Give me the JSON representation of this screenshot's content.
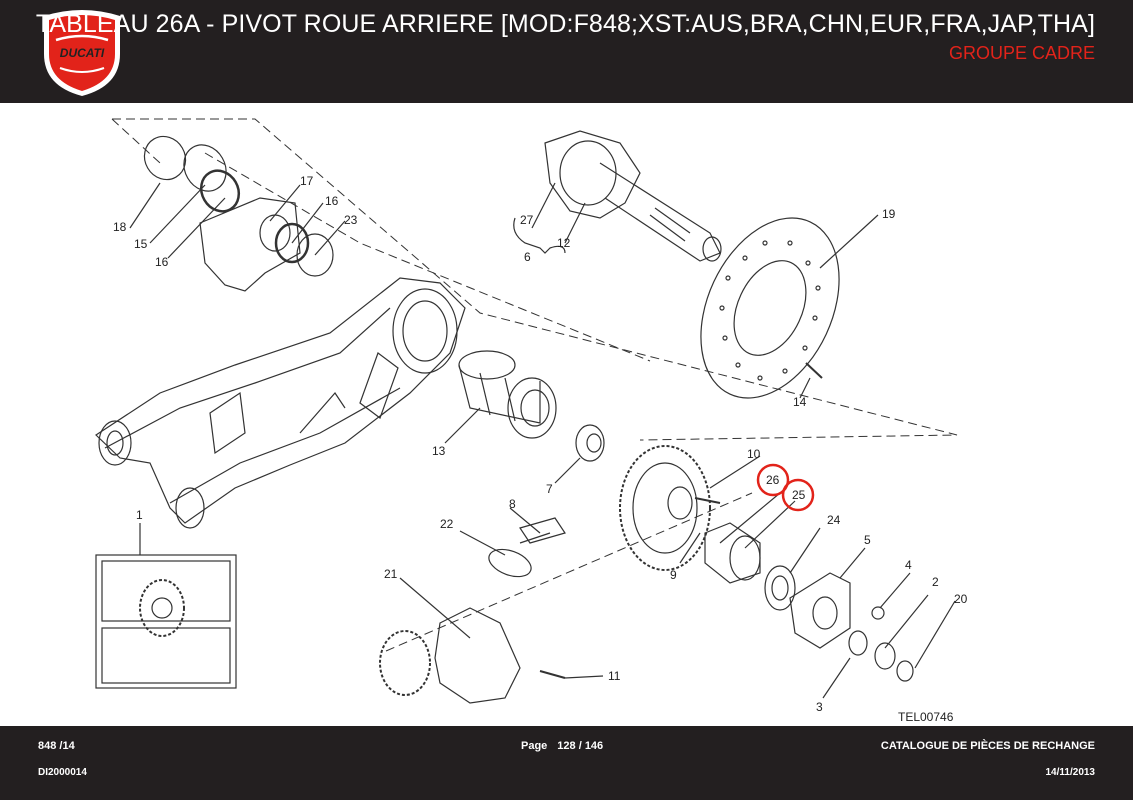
{
  "header": {
    "brand": "DUCATI",
    "title": "TABLEAU 26A - PIVOT ROUE ARRIERE [MOD:F848;XST:AUS,BRA,CHN,EUR,FRA,JAP,THA]",
    "subtitle": "GROUPE CADRE"
  },
  "diagram": {
    "reference": "TEL00746",
    "callouts": [
      "1",
      "2",
      "3",
      "4",
      "5",
      "6",
      "7",
      "8",
      "9",
      "10",
      "11",
      "12",
      "13",
      "14",
      "15",
      "16",
      "16",
      "17",
      "18",
      "19",
      "20",
      "21",
      "22",
      "23",
      "24",
      "25",
      "26",
      "27"
    ],
    "highlighted": [
      "25",
      "26"
    ],
    "highlight_color": "#e2231a"
  },
  "footer": {
    "model": "848 /14",
    "page_label": "Page",
    "page_value": "128 / 146",
    "catalog": "CATALOGUE DE PIÈCES DE RECHANGE",
    "code": "DI2000014",
    "date": "14/11/2013"
  }
}
